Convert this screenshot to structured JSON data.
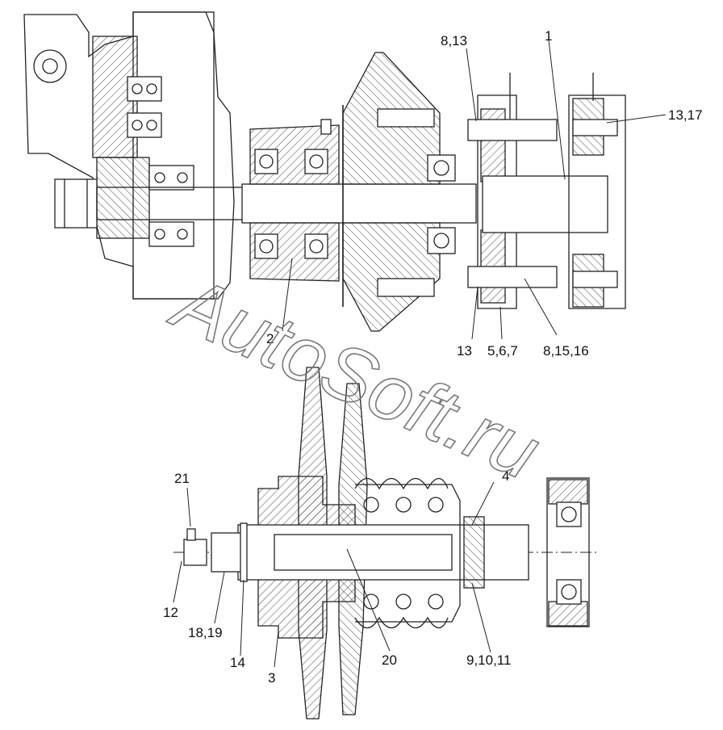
{
  "watermark": "AutoSoft.ru",
  "callouts": {
    "c_8_13": "8,13",
    "c_1": "1",
    "c_13_17": "13,17",
    "c_2": "2",
    "c_13": "13",
    "c_5_6_7": "5,6,7",
    "c_8_15_16": "8,15,16",
    "c_4": "4",
    "c_21": "21",
    "c_12": "12",
    "c_18_19": "18,19",
    "c_14": "14",
    "c_3": "3",
    "c_20": "20",
    "c_9_10_11": "9,10,11"
  }
}
